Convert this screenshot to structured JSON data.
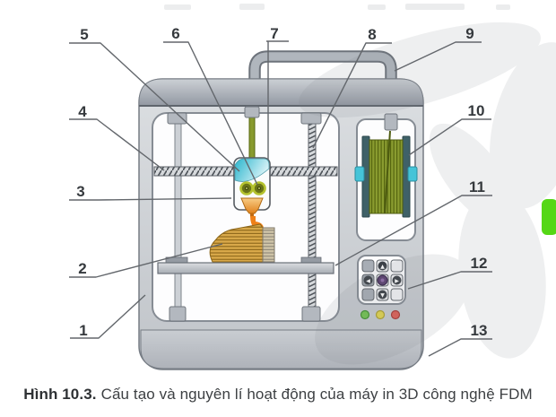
{
  "diagram": {
    "labels": [
      "1",
      "2",
      "3",
      "4",
      "5",
      "6",
      "7",
      "8",
      "9",
      "10",
      "11",
      "12",
      "13"
    ],
    "panel_icons": {
      "up": "▲",
      "down": "▼",
      "left": "◀",
      "right": "▶"
    },
    "colors": {
      "filament_green": "#87992e",
      "filament_stripe_bg": "#8a9c30",
      "spool_flange": "#3f6168",
      "spool_axle_cyan": "#45c4d8",
      "cooler_teal": "#2ab5cd",
      "nozzle_orange": "#e0811c",
      "fresh_material_orange": "#ef8018",
      "object_gold": "#d9a94a",
      "led_green": "#72c352",
      "led_yellow": "#e0d44f",
      "led_red": "#dd6058",
      "side_tab_green": "#55d716"
    }
  },
  "caption": {
    "prefix": "Hình 10.3.",
    "text": "Cấu tạo và nguyên lí hoạt động của máy in 3D công nghệ FDM"
  }
}
